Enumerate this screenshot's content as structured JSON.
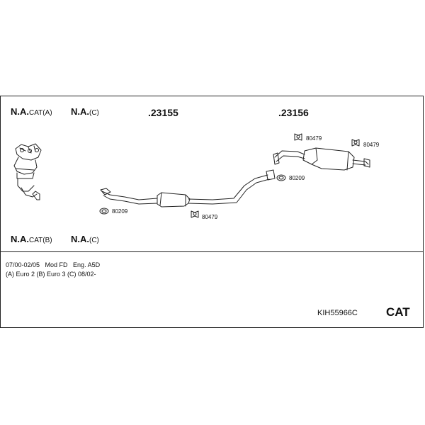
{
  "labels": {
    "na_cat_a": {
      "main": "N.A.",
      "sub": "CAT(A)"
    },
    "na_c_top": {
      "main": "N.A.",
      "sub": "(C)"
    },
    "na_cat_b": {
      "main": "N.A.",
      "sub": "CAT(B)"
    },
    "na_c_bottom": {
      "main": "N.A.",
      "sub": "(C)"
    }
  },
  "parts": {
    "part_1": ".23155",
    "part_2": ".23156"
  },
  "callouts": {
    "clamp_left": "80209",
    "hanger_mid": "80479",
    "hanger_top_left": "80479",
    "hanger_top_right": "80479",
    "clamp_right": "80209"
  },
  "info": {
    "line1": "07/00-02/05   Mod FD   Eng. A5D",
    "line2": "(A) Euro 2 (B) Euro 3 (C) 08/02-"
  },
  "kit_code": "KIH55966C",
  "category": "CAT"
}
